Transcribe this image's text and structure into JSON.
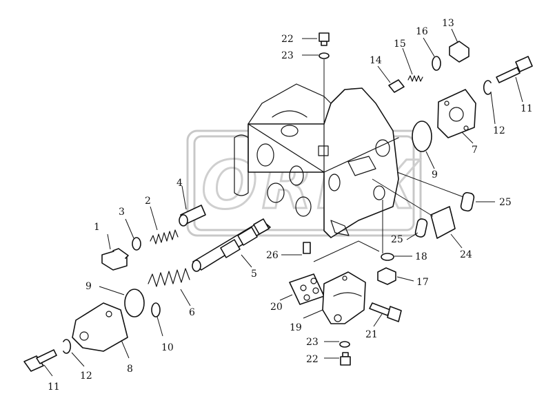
{
  "watermark": {
    "text": "OREX"
  },
  "callouts": [
    {
      "id": "c1",
      "label": "1"
    },
    {
      "id": "c2",
      "label": "2"
    },
    {
      "id": "c3",
      "label": "3"
    },
    {
      "id": "c4",
      "label": "4"
    },
    {
      "id": "c5",
      "label": "5"
    },
    {
      "id": "c6",
      "label": "6"
    },
    {
      "id": "c7",
      "label": "7"
    },
    {
      "id": "c8",
      "label": "8"
    },
    {
      "id": "c9a",
      "label": "9"
    },
    {
      "id": "c9b",
      "label": "9"
    },
    {
      "id": "c10",
      "label": "10"
    },
    {
      "id": "c11a",
      "label": "11"
    },
    {
      "id": "c11b",
      "label": "11"
    },
    {
      "id": "c12a",
      "label": "12"
    },
    {
      "id": "c12b",
      "label": "12"
    },
    {
      "id": "c13",
      "label": "13"
    },
    {
      "id": "c14",
      "label": "14"
    },
    {
      "id": "c15",
      "label": "15"
    },
    {
      "id": "c16",
      "label": "16"
    },
    {
      "id": "c17",
      "label": "17"
    },
    {
      "id": "c18",
      "label": "18"
    },
    {
      "id": "c19",
      "label": "19"
    },
    {
      "id": "c20",
      "label": "20"
    },
    {
      "id": "c21",
      "label": "21"
    },
    {
      "id": "c22a",
      "label": "22"
    },
    {
      "id": "c22b",
      "label": "22"
    },
    {
      "id": "c23a",
      "label": "23"
    },
    {
      "id": "c23b",
      "label": "23"
    },
    {
      "id": "c24",
      "label": "24"
    },
    {
      "id": "c25a",
      "label": "25"
    },
    {
      "id": "c25b",
      "label": "25"
    },
    {
      "id": "c26",
      "label": "26"
    }
  ]
}
